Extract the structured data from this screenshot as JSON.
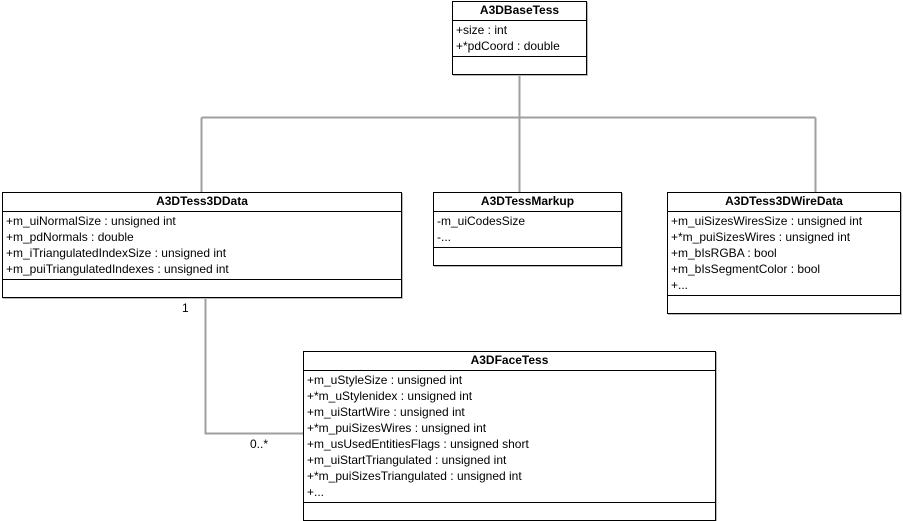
{
  "diagram": {
    "type": "uml-class-diagram",
    "title": "",
    "classes": [
      {
        "id": "a3dbasetess",
        "name": "A3DBaseTess",
        "attributes": [
          "+size : int",
          "+*pdCoord : double"
        ],
        "operations": []
      },
      {
        "id": "a3dtess3ddata",
        "name": "A3DTess3DData",
        "attributes": [
          "+m_uiNormalSize : unsigned int",
          "+m_pdNormals : double",
          "+m_iTriangulatedIndexSize : unsigned int",
          "+m_puiTriangulatedIndexes : unsigned int"
        ],
        "operations": []
      },
      {
        "id": "a3dtessmarkup",
        "name": "A3DTessMarkup",
        "attributes": [
          "-m_uiCodesSize",
          "-..."
        ],
        "operations": []
      },
      {
        "id": "a3dtess3dwiredata",
        "name": "A3DTess3DWireData",
        "attributes": [
          "+m_uiSizesWiresSize : unsigned int",
          "+*m_puiSizesWires : unsigned int",
          "+m_bIsRGBA : bool",
          "+m_bIsSegmentColor : bool",
          "+..."
        ],
        "operations": []
      },
      {
        "id": "a3dfacetess",
        "name": "A3DFaceTess",
        "attributes": [
          "+m_uStyleSize : unsigned int",
          "+*m_uStylenidex : unsigned int",
          "+m_uiStartWire : unsigned int",
          "+*m_puiSizesWires : unsigned int",
          "+m_usUsedEntitiesFlags : unsigned short",
          "+m_uiStartTriangulated : unsigned int",
          "+*m_puiSizesTriangulated : unsigned int",
          "+..."
        ],
        "operations": []
      }
    ],
    "relationships": [
      {
        "id": "inherit-data",
        "kind": "generalization",
        "from": "a3dtess3ddata",
        "to": "a3dbasetess"
      },
      {
        "id": "inherit-markup",
        "kind": "generalization",
        "from": "a3dtessmarkup",
        "to": "a3dbasetess"
      },
      {
        "id": "inherit-wire",
        "kind": "generalization",
        "from": "a3dtess3dwiredata",
        "to": "a3dbasetess"
      },
      {
        "id": "compose-face",
        "kind": "composition",
        "from": "a3dtess3ddata",
        "to": "a3dfacetess",
        "source_multiplicity": "1",
        "target_multiplicity": "0..*"
      }
    ],
    "multiplicities": {
      "owner": "1",
      "part": "0..*"
    },
    "colors": {
      "line": "#9f9f9f",
      "border": "#000000",
      "background": "#ffffff",
      "shadow": "#b9b9b9"
    }
  }
}
